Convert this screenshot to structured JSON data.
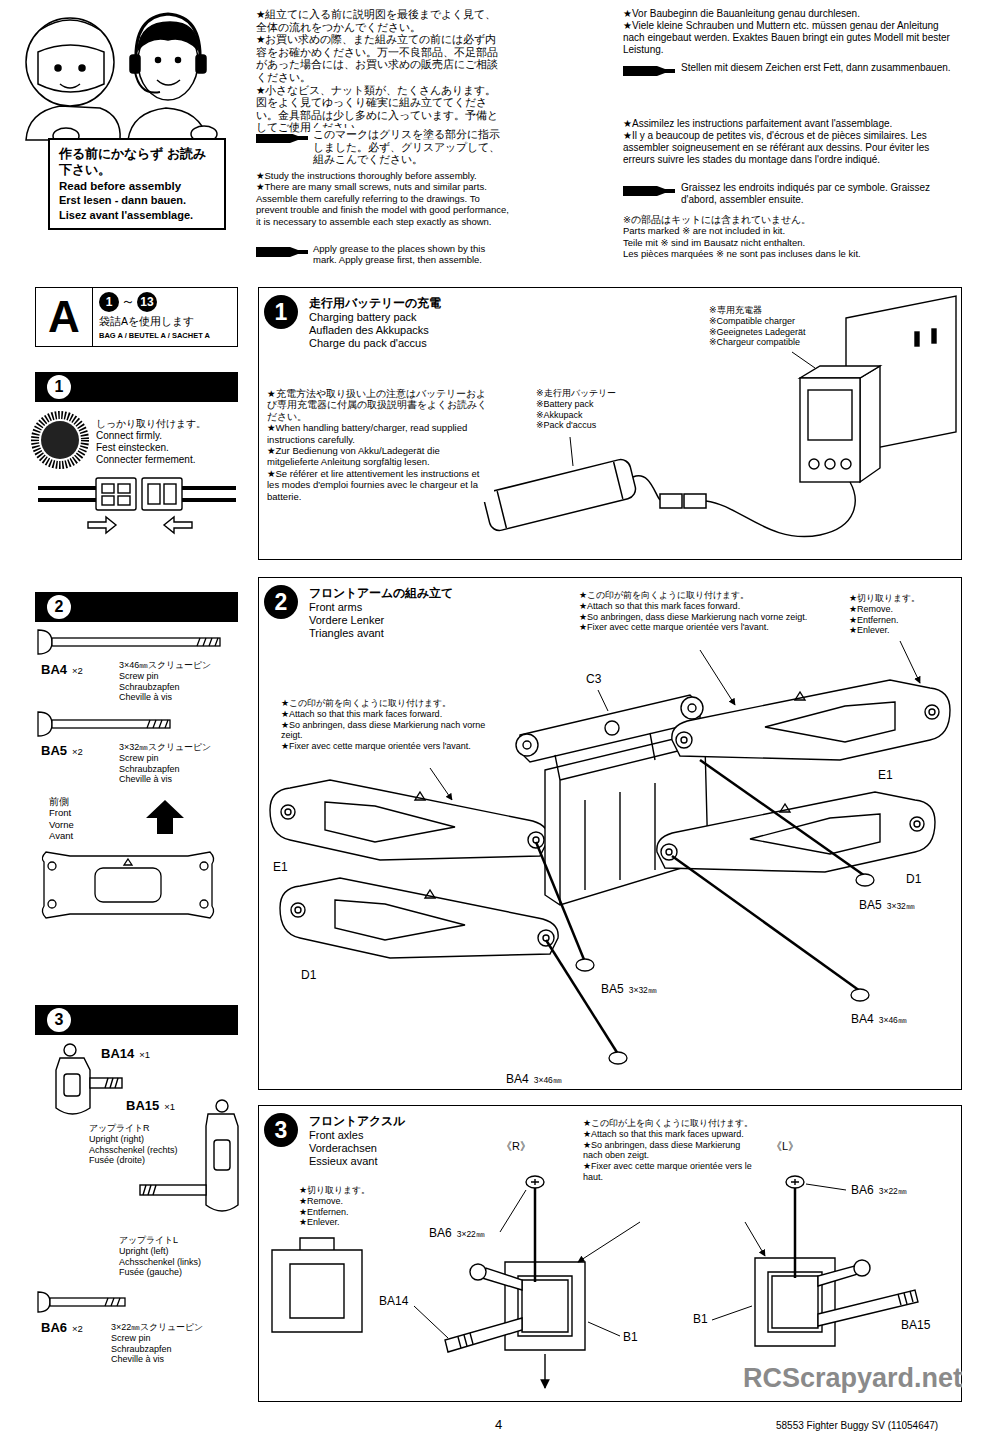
{
  "diagram": {
    "nodes": [
      {
        "text": [
          "作る前にかならず お読み下さい。",
          "Read before assembly",
          "Erst lesen - dann bauen.",
          "Lisez avant l'assemblage."
        ]
      },
      {
        "text": [
          "A",
          "1",
          "～",
          "13",
          "袋詰Aを使用します",
          "BAG A / BEUTEL A / SACHET A"
        ]
      },
      {
        "text": [
          "1",
          "走行用バッテリーの充電",
          "Charging battery pack",
          "Aufladen des Akkupacks",
          "Charge du pack d'accus"
        ]
      },
      {
        "text": [
          "2",
          "フロントアームの組み立て",
          "Front arms",
          "Vordere Lenker",
          "Triangles avant"
        ]
      },
      {
        "text": [
          "3",
          "フロントアクスル",
          "Front axles",
          "Vorderachsen",
          "Essieux avant"
        ]
      }
    ],
    "labels": [
      "★組立てに入る前に説明図を最後までよく見て、全体の流れをつかんでください。",
      "★お買い求めの際、また組み立ての前には必ず内容をお確かめください。万一不良部品、不足部品があった場合には、お買い求めの販売店にご相談ください。",
      "★小さなビス、ナット類が、たくさんあります。図をよく見てゆっくり確実に組み立ててください。金具部品は少し多めに入っています。予備としてご使用ください。",
      "このマークはグリスを塗る部分に指示しました。必ず、グリスアップして、組みこんでください。",
      "★Study the instructions thoroughly before assembly.",
      "★There are many small screws, nuts and similar parts. Assemble them carefully referring to the drawings. To prevent trouble and finish the model with good performance, it is necessary to assemble each step exactly as shown.",
      "Apply grease to the places shown by this mark. Apply grease first, then assemble.",
      "★Vor Baubeginn die Bauanleitung genau durchlesen.",
      "★Viele kleine Schrauben und Muttern etc. müssen genau der Anleitung nach eingebaut werden. Exaktes Bauen bringt ein gutes Modell mit bester Leistung.",
      "Stellen mit diesem Zeichen erst Fett, dann zusammenbauen.",
      "★Assimilez les instructions parfaitement avant l'assemblage.",
      "★Il y a beaucoup de petites vis, d'écrous et de pièces similaires. Les assembler soigneusement en se référant aux dessins. Pour éviter les erreurs suivre les stades du montage dans l'ordre indiqué.",
      "Graissez les endroits indiqués par ce symbole. Graissez d'abord, assembler ensuite.",
      "※の部品はキットには含まれていません。",
      "Parts marked ※ are not included in kit.",
      "Teile mit ※ sind im Bausatz nicht enthalten.",
      "Les pièces marquées ※ ne sont pas incluses dans le kit.",
      "1",
      "しっかり取り付けます。",
      "Connect firmly.",
      "Fest einstecken.",
      "Connecter fermement.",
      "2",
      "BA4",
      "×2",
      "3×46㎜スクリューピン",
      "Screw pin",
      "Schraubzapfen",
      "Cheville à vis",
      "BA5",
      "×2",
      "3×32㎜スクリューピン",
      "Screw pin",
      "Schraubzapfen",
      "Cheville à vis",
      "前側",
      "Front",
      "Vorne",
      "Avant",
      "3",
      "BA14",
      "×1",
      "アップライトR",
      "Upright (right)",
      "Achsschenkel (rechts)",
      "Fusée (droite)",
      "BA15",
      "×1",
      "アップライトL",
      "Upright (left)",
      "Achsschenkel (links)",
      "Fusée (gauche)",
      "BA6",
      "×2",
      "3×22㎜スクリューピン",
      "Screw pin",
      "Schraubzapfen",
      "Cheville à vis",
      "★充電方法や取り扱い上の注意はバッテリーおよび専用充電器に付属の取扱説明書をよくお読みください。",
      "★When handling battery/charger, read supplied instructions carefully.",
      "★Zur Bedienung von Akku/Ladegerät die mitgelieferte Anleitung sorgfältig lesen.",
      "★Se référer et lire attentivement les instructions et les modes d'emploi fournies avec le chargeur et la batterie.",
      "※走行用バッテリー",
      "※Battery pack",
      "※Akkupack",
      "※Pack d'accus",
      "※専用充電器",
      "※Compatible charger",
      "※Geeignetes Ladegerät",
      "※Chargeur compatible",
      "★この印が前を向くように取り付けます。",
      "★Attach so that this mark faces forward.",
      "★So anbringen, dass diese Markierung nach vorne zeigt.",
      "★Fixer avec cette marque orientée vers l'avant.",
      "★切り取ります。",
      "★Remove.",
      "★Entfernen.",
      "★Enlever.",
      "★この印が前を向くように取り付けます。",
      "★Attach so that this mark faces forward.",
      "★So anbringen, dass diese Markierung nach vorne zeigt.",
      "★Fixer avec cette marque orientée vers l'avant.",
      "C3",
      "E1",
      "E1",
      "D1",
      "D1",
      "BA5",
      "3×32㎜",
      "BA5",
      "3×32㎜",
      "BA4",
      "3×46㎜",
      "BA4",
      "3×46㎜",
      "《R》",
      "《L》",
      "★この印が上を向くように取り付けます。",
      "★Attach so that this mark faces upward.",
      "★So anbringen, dass diese Markierung nach oben zeigt.",
      "★Fixer avec cette marque orientée vers le haut.",
      "★切り取ります。",
      "★Remove.",
      "★Entfernen.",
      "★Enlever.",
      "BA6",
      "3×22㎜",
      "BA6",
      "3×22㎜",
      "BA14",
      "B1",
      "B1",
      "BA15",
      "4",
      "58553 Fighter Buggy SV (11054647)",
      "RCScrapyard.net"
    ]
  }
}
